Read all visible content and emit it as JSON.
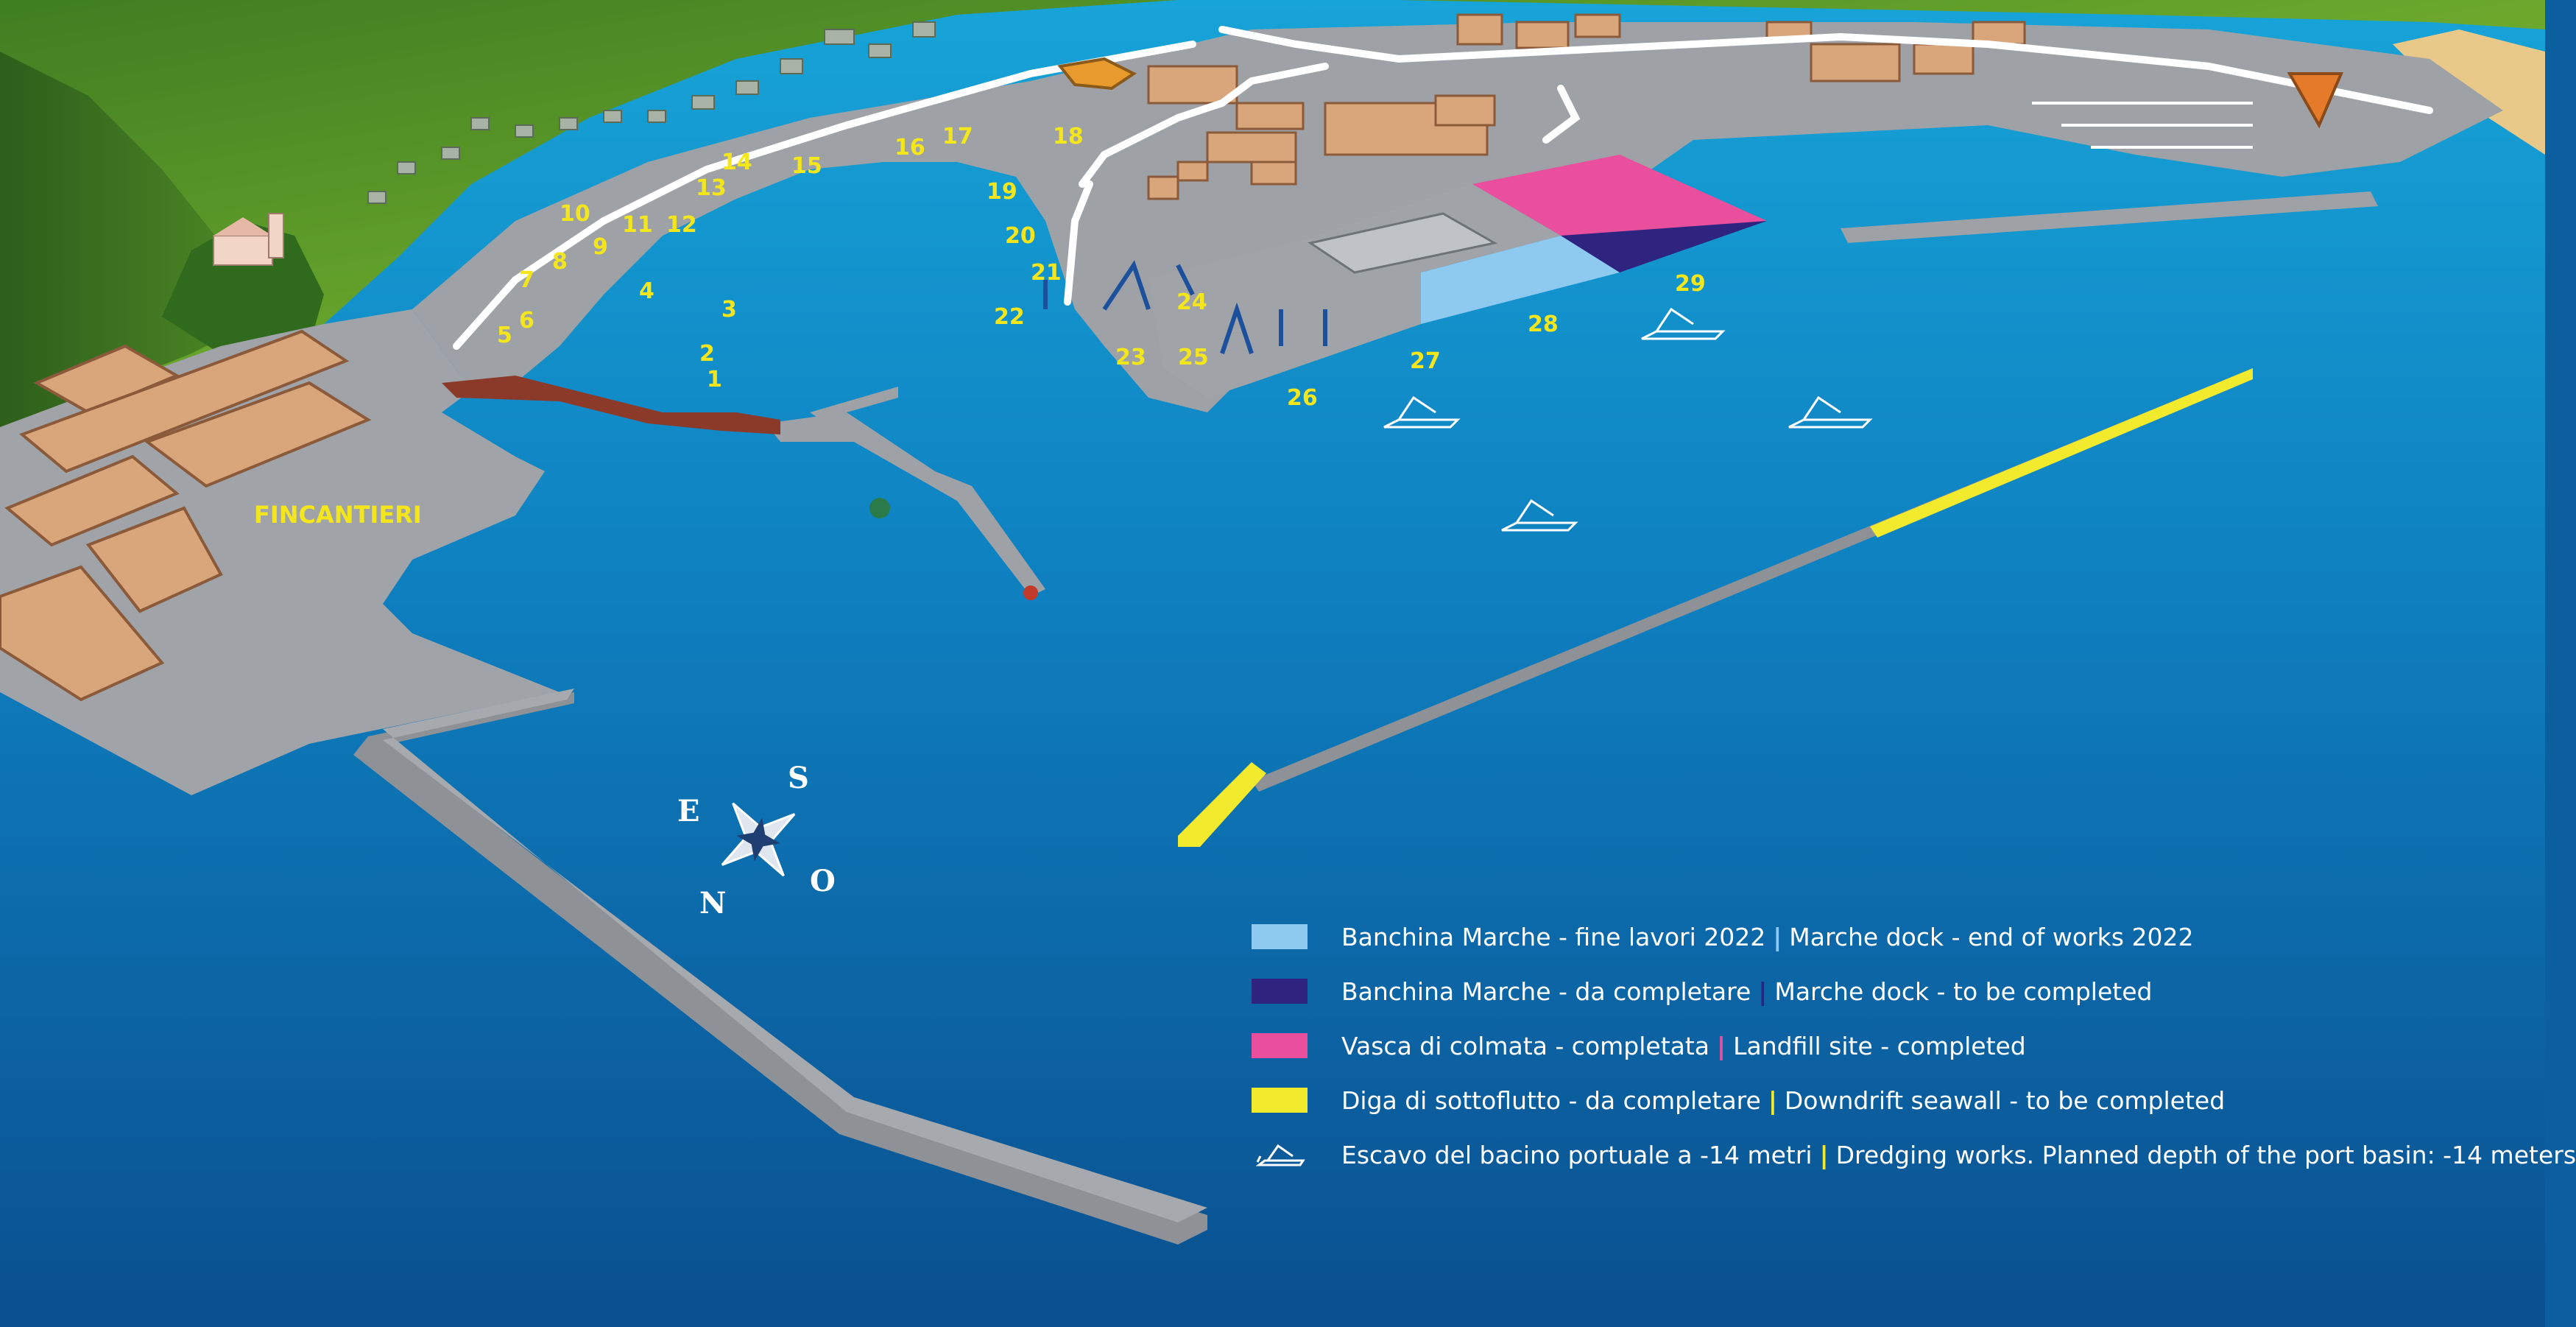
{
  "map": {
    "area_label": "FINCANTIERI",
    "berths": [
      "1",
      "2",
      "3",
      "4",
      "5",
      "6",
      "7",
      "8",
      "9",
      "10",
      "11",
      "12",
      "13",
      "14",
      "15",
      "16",
      "17",
      "18",
      "19",
      "20",
      "21",
      "22",
      "23",
      "24",
      "25",
      "26",
      "27",
      "28",
      "29"
    ],
    "compass": {
      "north": "N",
      "south": "S",
      "east": "E",
      "west": "O"
    }
  },
  "colors": {
    "sea": "#0b5f9e",
    "land": "#9a9ea3",
    "hill": "#5d9c2a",
    "building": "#d9a57a",
    "marche_dock_completed": "#8ec9ef",
    "marche_dock_to_complete": "#2e237f",
    "landfill_completed": "#e94f9c",
    "seawall_to_complete": "#f2ea2c",
    "number_label": "#f4e61c"
  },
  "legend": {
    "items": [
      {
        "key": "marche_dock_completed",
        "it": "Banchina Marche - fine lavori 2022",
        "en": "Marche dock - end of works 2022",
        "sep_color": "#8ec9ef"
      },
      {
        "key": "marche_dock_to_complete",
        "it": "Banchina Marche - da completare",
        "en": "Marche dock - to be completed",
        "sep_color": "#2e237f"
      },
      {
        "key": "landfill_completed",
        "it": "Vasca di colmata - completata",
        "en": "Landfill site - completed",
        "sep_color": "#e94f9c"
      },
      {
        "key": "seawall_to_complete",
        "it": "Diga di sottoflutto - da completare",
        "en": "Downdrift seawall - to be completed",
        "sep_color": "#f2ea2c"
      },
      {
        "key": "dredging",
        "icon": "dredger-icon",
        "it": "Escavo del bacino portuale a -14 metri",
        "en": "Dredging works. Planned depth of the port basin: -14 meters",
        "sep_color": "#f2ea2c"
      }
    ]
  }
}
